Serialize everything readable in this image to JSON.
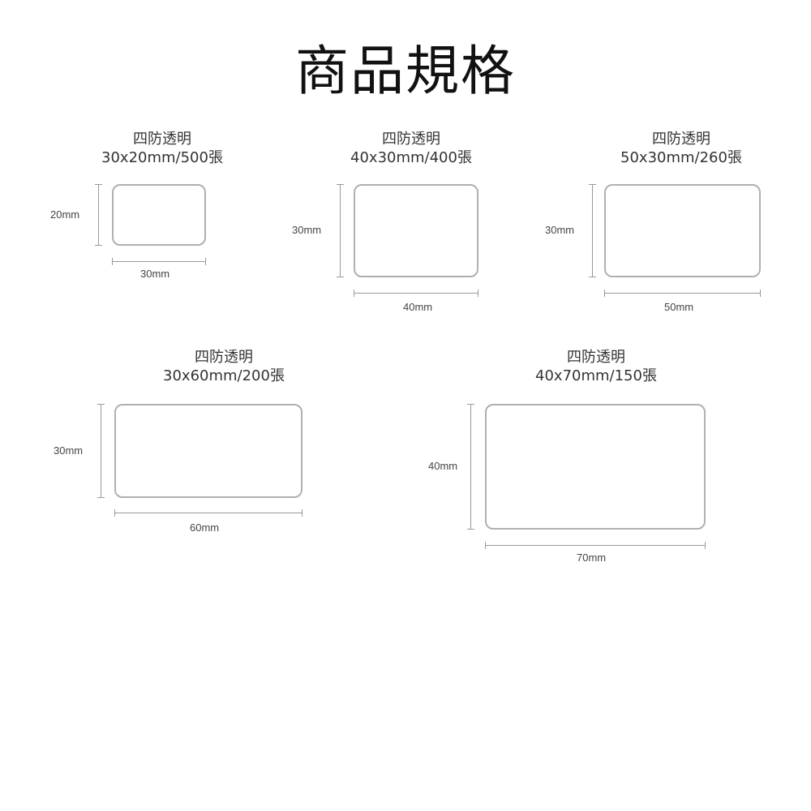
{
  "title": "商品規格",
  "items": [
    {
      "name": "四防透明",
      "spec": "30x20mm/500張",
      "width_label": "30mm",
      "height_label": "20mm"
    },
    {
      "name": "四防透明",
      "spec": "40x30mm/400張",
      "width_label": "40mm",
      "height_label": "30mm"
    },
    {
      "name": "四防透明",
      "spec": "50x30mm/260張",
      "width_label": "50mm",
      "height_label": "30mm"
    },
    {
      "name": "四防透明",
      "spec": "30x60mm/200張",
      "width_label": "60mm",
      "height_label": "30mm"
    },
    {
      "name": "四防透明",
      "spec": "40x70mm/150張",
      "width_label": "70mm",
      "height_label": "40mm"
    }
  ],
  "colors": {
    "label_border": "#b0b0b0",
    "dimension_line": "#999999"
  }
}
